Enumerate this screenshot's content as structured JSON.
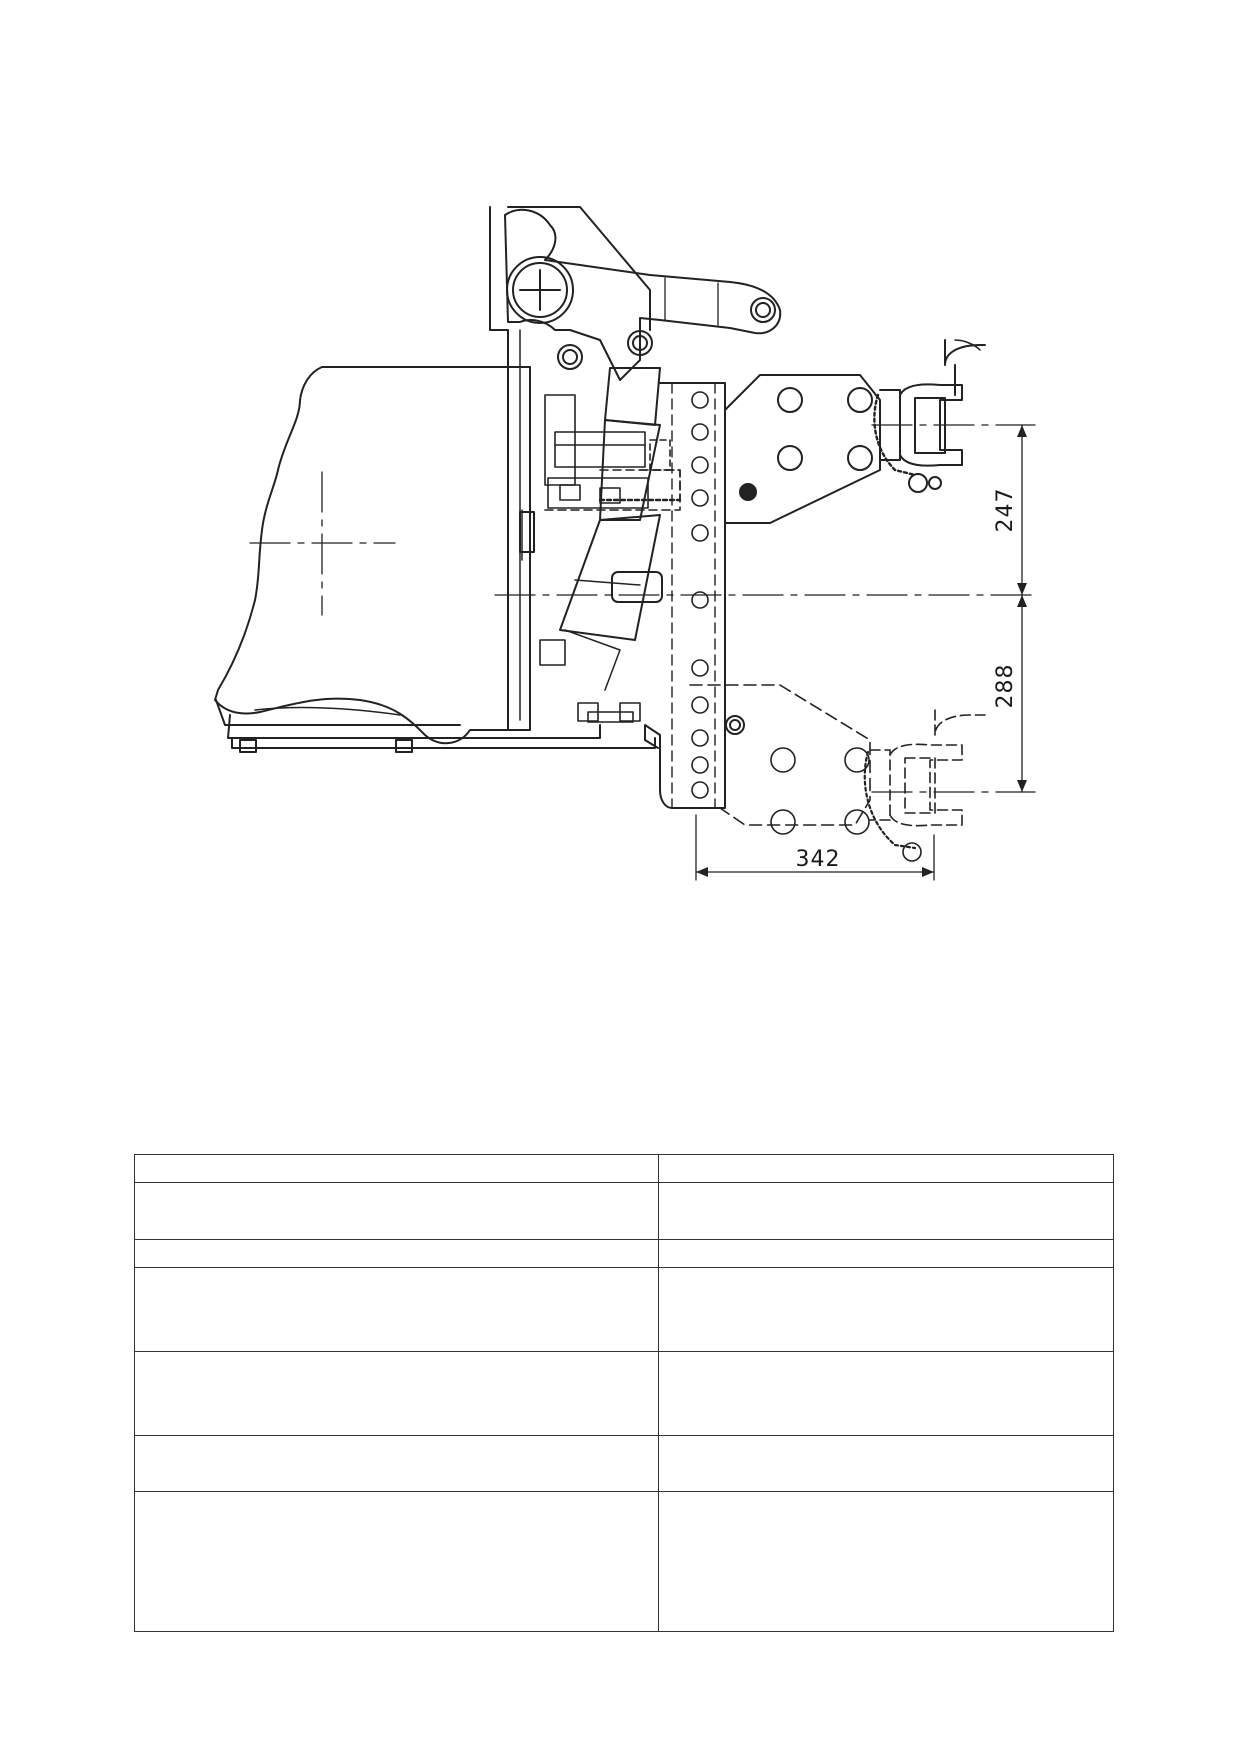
{
  "drawing": {
    "dimensions": {
      "upper_spacing": "247",
      "lower_spacing": "288",
      "horizontal_offset": "342"
    }
  },
  "table": {
    "rows": [
      {
        "label": "",
        "value": ""
      },
      {
        "label": "",
        "value": ""
      },
      {
        "label": "",
        "value": ""
      },
      {
        "label": "",
        "value": ""
      },
      {
        "label": "",
        "value": ""
      },
      {
        "label": "",
        "value": ""
      },
      {
        "label": "",
        "value": ""
      }
    ]
  }
}
